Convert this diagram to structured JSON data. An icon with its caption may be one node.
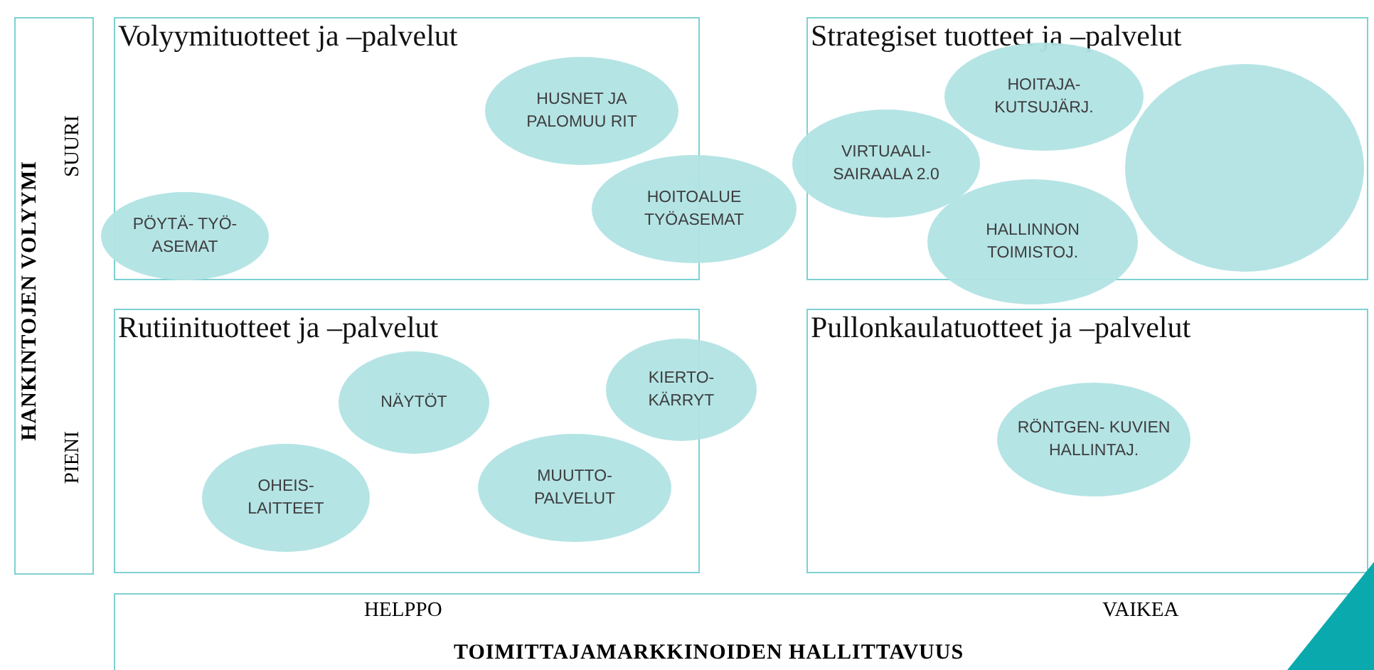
{
  "diagram": {
    "nodes": [
      {
        "text": [
          "HANKINTOJEN VOLYYMI",
          "SUURI",
          "PIENI"
        ]
      },
      {
        "text": [
          "Volyymituotteet ja –palvelut"
        ]
      },
      {
        "text": [
          "HUSNET JA PALOMUU RIT"
        ],
        "in": 1
      },
      {
        "text": [
          "HOITOALUE TYÖASEMAT"
        ]
      },
      {
        "text": [
          "PÖYTÄ- TYÖ- ASEMAT"
        ]
      },
      {
        "text": [
          "Strategiset tuotteet ja –palvelut"
        ]
      },
      {
        "text": [
          "VIRTUAALI- SAIRAALA 2.0"
        ]
      },
      {
        "text": [
          "HOITAJA- KUTSUJÄRJ."
        ],
        "in": 5
      },
      {
        "text": [],
        "shape": "circle",
        "in": 5
      },
      {
        "text": [
          "HALLINNON TOIMISTOJ."
        ]
      },
      {
        "text": [
          "Rutiinituotteet ja –palvelut"
        ]
      },
      {
        "text": [
          "NÄYTÖT"
        ],
        "in": 10
      },
      {
        "text": [
          "KIERTO- KÄRRYT"
        ]
      },
      {
        "text": [
          "OHEIS- LAITTEET"
        ],
        "in": 10
      },
      {
        "text": [
          "MUUTTO- PALVELUT"
        ],
        "in": 10
      },
      {
        "text": [
          "Pullonkaulatuotteet ja –palvelut"
        ]
      },
      {
        "text": [
          "RÖNTGEN- KUVIEN HALLINTAJ."
        ],
        "in": 15
      },
      {
        "text": [
          "HELPPO",
          "VAIKEA",
          "TOIMITTAJAMARKKINOIDEN HALLITTAVUUS"
        ]
      }
    ],
    "edges": []
  }
}
